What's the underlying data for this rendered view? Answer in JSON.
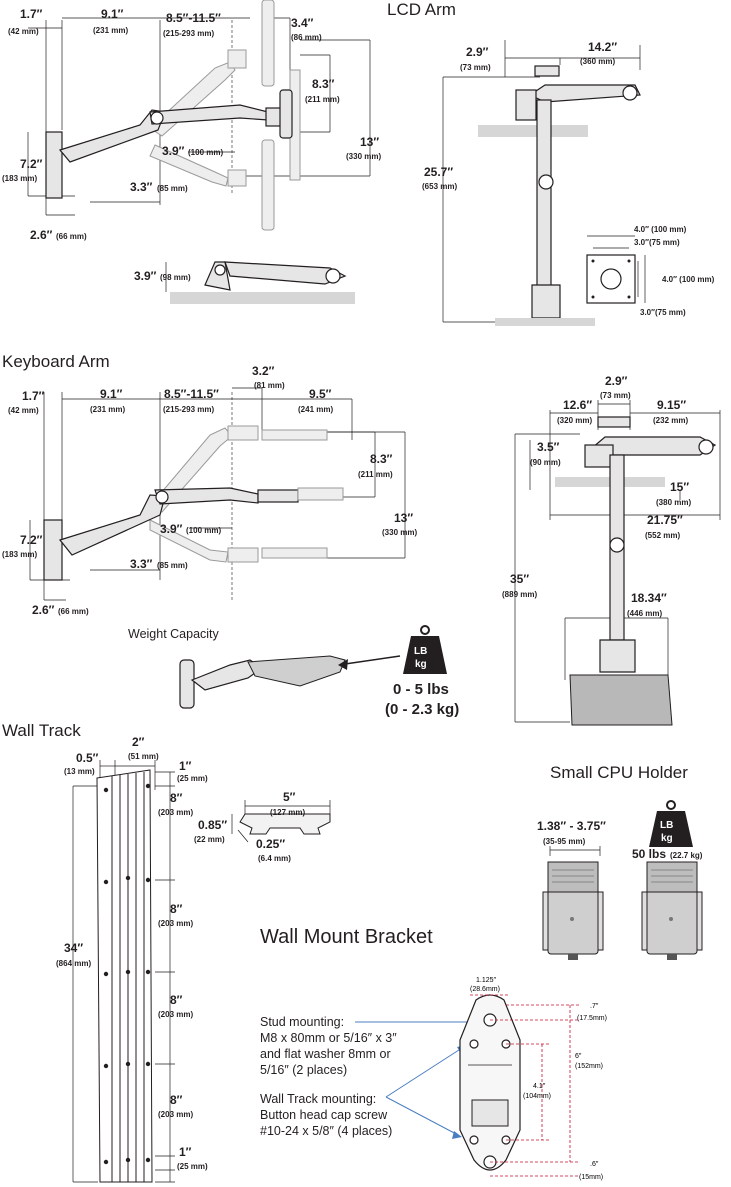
{
  "titles": {
    "lcd_arm": "LCD Arm",
    "keyboard_arm": "Keyboard Arm",
    "wall_track": "Wall Track",
    "small_cpu_holder": "Small CPU Holder",
    "wall_mount_bracket": "Wall Mount Bracket",
    "weight_capacity": "Weight Capacity"
  },
  "lcd_side": {
    "d1": "1.7″",
    "d1m": "(42 mm)",
    "d2": "9.1″",
    "d2m": "(231 mm)",
    "d3": "8.5″-11.5″",
    "d3m": "(215-293 mm)",
    "d4": "3.4″",
    "d4m": "(86 mm)",
    "d5": "8.3″",
    "d5m": "(211 mm)",
    "d6": "13″",
    "d6m": "(330 mm)",
    "d7": "7.2″",
    "d7m": "(183 mm)",
    "d8": "3.9″",
    "d8m": "(100 mm)",
    "d9": "3.3″",
    "d9m": "(85 mm)",
    "d10": "2.6″",
    "d10m": "(66 mm)",
    "d11": "3.9″",
    "d11m": "(98 mm)"
  },
  "lcd_front": {
    "d1": "2.9″",
    "d1m": "(73 mm)",
    "d2": "14.2″",
    "d2m": "(360 mm)",
    "d3": "25.7″",
    "d3m": "(653 mm)"
  },
  "vesa": {
    "a": "4.0″ (100 mm)",
    "b": "3.0″(75 mm)",
    "c": "4.0″ (100 mm)",
    "d": "3.0″(75 mm)"
  },
  "kb_side": {
    "d1": "1.7″",
    "d1m": "(42 mm)",
    "d2": "9.1″",
    "d2m": "(231 mm)",
    "d3": "8.5″-11.5″",
    "d3m": "(215-293 mm)",
    "d4": "3.2″",
    "d4m": "(81 mm)",
    "d5": "9.5″",
    "d5m": "(241 mm)",
    "d6": "8.3″",
    "d6m": "(211 mm)",
    "d7": "13″",
    "d7m": "(330 mm)",
    "d8": "7.2″",
    "d8m": "(183 mm)",
    "d9": "3.9″",
    "d9m": "(100 mm)",
    "d10": "3.3″",
    "d10m": "(85 mm)",
    "d11": "2.6″",
    "d11m": "(66 mm)"
  },
  "kb_front": {
    "d1": "2.9″",
    "d1m": "(73 mm)",
    "d2": "12.6″",
    "d2m": "(320 mm)",
    "d3": "9.15″",
    "d3m": "(232 mm)",
    "d4": "3.5″",
    "d4m": "(90 mm)",
    "d5": "15″",
    "d5m": "(380 mm)",
    "d6": "21.75″",
    "d6m": "(552 mm)",
    "d7": "35″",
    "d7m": "(889 mm)",
    "d8": "18.34″",
    "d8m": "(446 mm)"
  },
  "weight": {
    "badge_top": "LB",
    "badge_bottom": "kg",
    "range": "0 - 5 lbs",
    "range_kg": "(0 - 2.3 kg)"
  },
  "wall_track": {
    "d1": "0.5″",
    "d1m": "(13 mm)",
    "d2": "2″",
    "d2m": "(51 mm)",
    "d3": "1″",
    "d3m": "(25 mm)",
    "d4": "8″",
    "d4m": "(203 mm)",
    "d5": "8″",
    "d5m": "(203 mm)",
    "d6": "8″",
    "d6m": "(203 mm)",
    "d7": "8″",
    "d7m": "(203 mm)",
    "d8": "1″",
    "d8m": "(25 mm)",
    "d9": "34″",
    "d9m": "(864 mm)",
    "p1": "5″",
    "p1m": "(127 mm)",
    "p2": "0.85″",
    "p2m": "(22 mm)",
    "p3": "0.25″",
    "p3m": "(6.4 mm)"
  },
  "cpu": {
    "range": "1.38″ - 3.75″",
    "range_mm": "(35-95 mm)",
    "badge_top": "LB",
    "badge_bottom": "kg",
    "capacity": "50 lbs",
    "capacity_kg": "(22.7 kg)"
  },
  "bracket": {
    "stud_1": "Stud mounting:",
    "stud_2": "M8 x 80mm or 5/16″ x 3″",
    "stud_3": "and flat washer 8mm or",
    "stud_4": "5/16″ (2 places)",
    "track_1": "Wall Track mounting:",
    "track_2": "Button head cap screw",
    "track_3": "#10-24 x 5/8″ (4 places)",
    "w": "1.125″",
    "wm": "(28.6mm)",
    "a": ".7″",
    "am": "(17.5mm)",
    "b": "6″",
    "bm": "(152mm)",
    "c": "4.1″",
    "cm": "(104mm)",
    "e": ".6″",
    "em": "(15mm)"
  },
  "colors": {
    "ink": "#231f20",
    "red": "#c8102e",
    "grey": "#d6d6d6",
    "arrow": "#4a7fc1"
  }
}
